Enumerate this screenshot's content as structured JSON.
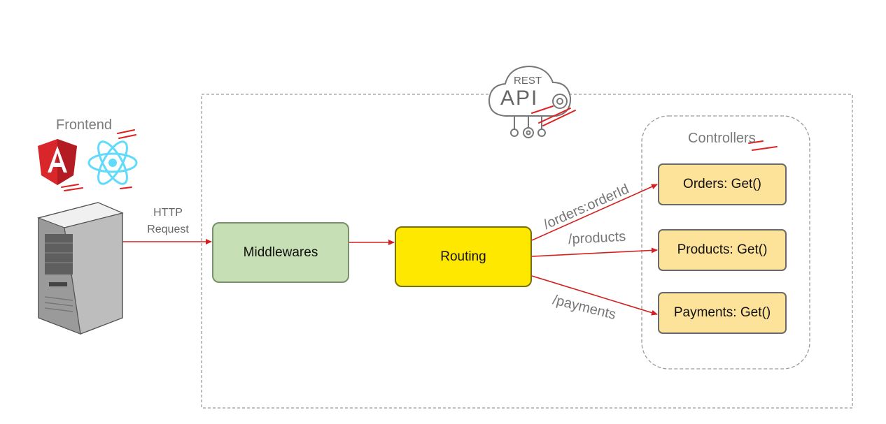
{
  "frontend": {
    "title": "Frontend"
  },
  "request": {
    "line1": "HTTP",
    "line2": "Request"
  },
  "api_logo": {
    "line1": "REST",
    "line2": "API"
  },
  "nodes": {
    "middlewares": "Middlewares",
    "routing": "Routing"
  },
  "controllers": {
    "title": "Controllers",
    "items": [
      "Orders: Get()",
      "Products: Get()",
      "Payments: Get()"
    ]
  },
  "routes": [
    "/orders:orderId",
    "/products",
    "/payments"
  ],
  "colors": {
    "arrow": "#d42020",
    "middlewares_fill": "#c6dfb4",
    "routing_fill": "#ffe800",
    "controller_fill": "#fde29a",
    "annotation": "#e02020",
    "angular": "#d9262b",
    "react": "#61dafb"
  },
  "icons": [
    "angular-logo",
    "react-logo",
    "server-icon",
    "rest-api-cloud-icon"
  ]
}
